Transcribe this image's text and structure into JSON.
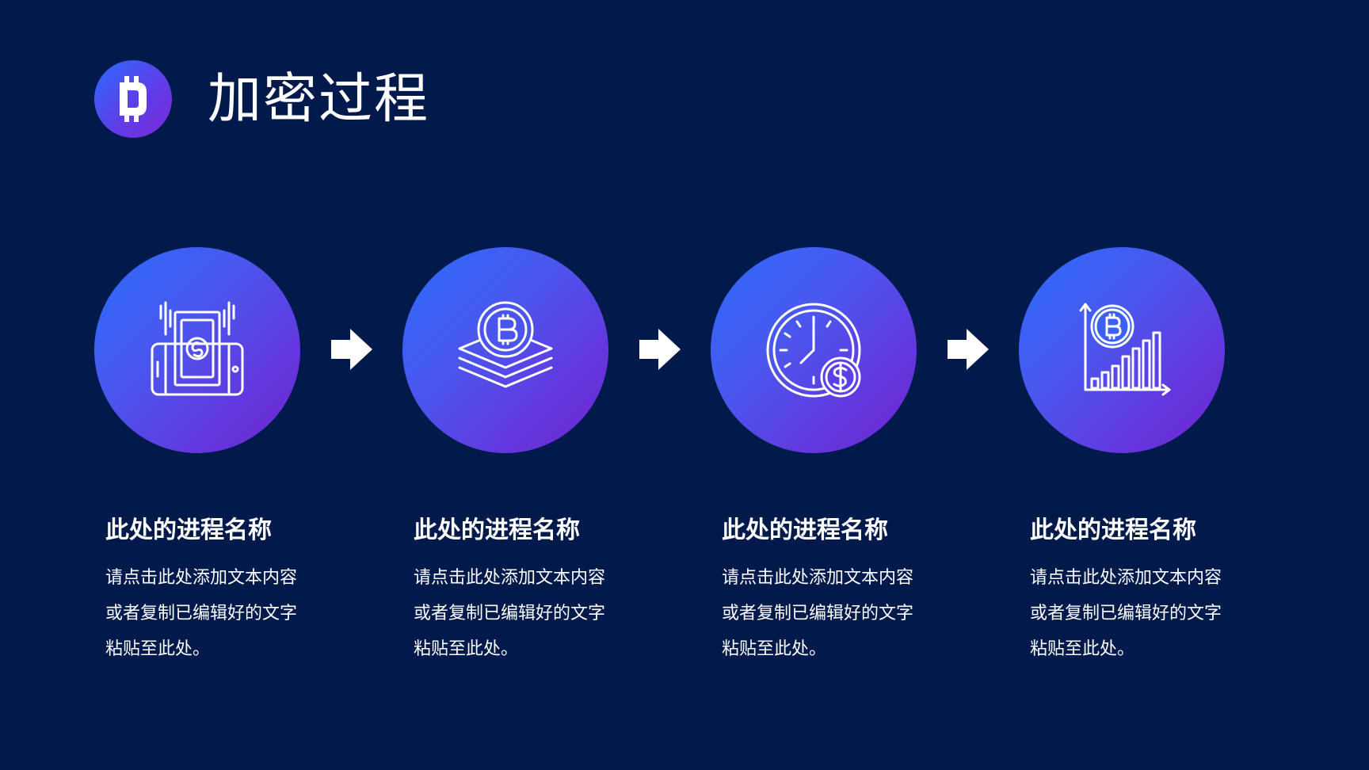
{
  "title": "加密过程",
  "logo_icon": "crypto-coin-icon",
  "arrow_icon": "right-arrow-icon",
  "colors": {
    "background": "#021a4b",
    "gradient_start": "#2a6dfb",
    "gradient_end": "#6e24d0",
    "text": "#ffffff"
  },
  "steps": [
    {
      "icon": "mobile-cash-transfer-icon",
      "name": "此处的进程名称",
      "desc_lines": [
        "请点击此处添加文本内容",
        "或者复制已编辑好的文字",
        "粘贴至此处。"
      ]
    },
    {
      "icon": "bitcoin-stack-icon",
      "name": "此处的进程名称",
      "desc_lines": [
        "请点击此处添加文本内容",
        "或者复制已编辑好的文字",
        "粘贴至此处。"
      ]
    },
    {
      "icon": "clock-dollar-icon",
      "name": "此处的进程名称",
      "desc_lines": [
        "请点击此处添加文本内容",
        "或者复制已编辑好的文字",
        "粘贴至此处。"
      ]
    },
    {
      "icon": "bitcoin-growth-chart-icon",
      "name": "此处的进程名称",
      "desc_lines": [
        "请点击此处添加文本内容",
        "或者复制已编辑好的文字",
        "粘贴至此处。"
      ]
    }
  ]
}
